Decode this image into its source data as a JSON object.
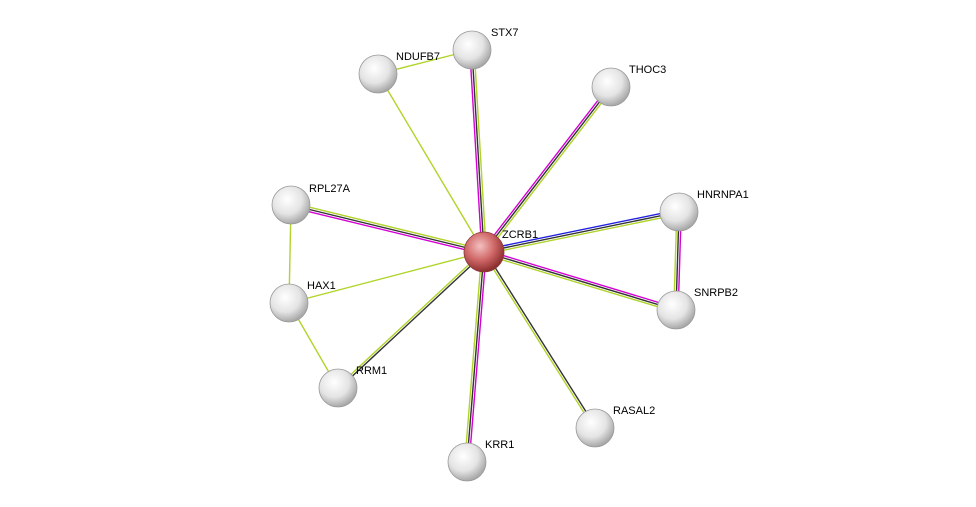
{
  "colors": {
    "magenta": "#d400d4",
    "yellowgreen": "#b0d42a",
    "dark": "#333333",
    "blue": "#2020e0",
    "query_node": "#c85a5a",
    "node": "#e6e6e6"
  },
  "nodes": [
    {
      "id": "ZCRB1",
      "label": "ZCRB1",
      "query": true
    },
    {
      "id": "STX7",
      "label": "STX7"
    },
    {
      "id": "NDUFB7",
      "label": "NDUFB7"
    },
    {
      "id": "THOC3",
      "label": "THOC3"
    },
    {
      "id": "RPL27A",
      "label": "RPL27A"
    },
    {
      "id": "HNRNPA1",
      "label": "HNRNPA1"
    },
    {
      "id": "HAX1",
      "label": "HAX1"
    },
    {
      "id": "SNRPB2",
      "label": "SNRPB2"
    },
    {
      "id": "RRM1",
      "label": "RRM1"
    },
    {
      "id": "RASAL2",
      "label": "RASAL2"
    },
    {
      "id": "KRR1",
      "label": "KRR1"
    }
  ],
  "edges": [
    {
      "a": "ZCRB1",
      "b": "STX7",
      "types": [
        "magenta",
        "dark",
        "yellowgreen"
      ]
    },
    {
      "a": "ZCRB1",
      "b": "NDUFB7",
      "types": [
        "yellowgreen"
      ]
    },
    {
      "a": "NDUFB7",
      "b": "STX7",
      "types": [
        "yellowgreen"
      ]
    },
    {
      "a": "ZCRB1",
      "b": "THOC3",
      "types": [
        "magenta",
        "dark",
        "yellowgreen"
      ]
    },
    {
      "a": "ZCRB1",
      "b": "RPL27A",
      "types": [
        "magenta",
        "dark",
        "yellowgreen"
      ]
    },
    {
      "a": "ZCRB1",
      "b": "HNRNPA1",
      "types": [
        "blue",
        "dark",
        "yellowgreen"
      ]
    },
    {
      "a": "ZCRB1",
      "b": "HAX1",
      "types": [
        "yellowgreen"
      ]
    },
    {
      "a": "ZCRB1",
      "b": "SNRPB2",
      "types": [
        "magenta",
        "dark",
        "yellowgreen"
      ]
    },
    {
      "a": "ZCRB1",
      "b": "RRM1",
      "types": [
        "dark",
        "yellowgreen"
      ]
    },
    {
      "a": "ZCRB1",
      "b": "RASAL2",
      "types": [
        "dark",
        "yellowgreen"
      ]
    },
    {
      "a": "ZCRB1",
      "b": "KRR1",
      "types": [
        "magenta",
        "dark",
        "yellowgreen"
      ]
    },
    {
      "a": "RPL27A",
      "b": "HAX1",
      "types": [
        "yellowgreen"
      ]
    },
    {
      "a": "HAX1",
      "b": "RRM1",
      "types": [
        "yellowgreen"
      ]
    },
    {
      "a": "HNRNPA1",
      "b": "SNRPB2",
      "types": [
        "magenta",
        "dark",
        "yellowgreen"
      ]
    }
  ]
}
